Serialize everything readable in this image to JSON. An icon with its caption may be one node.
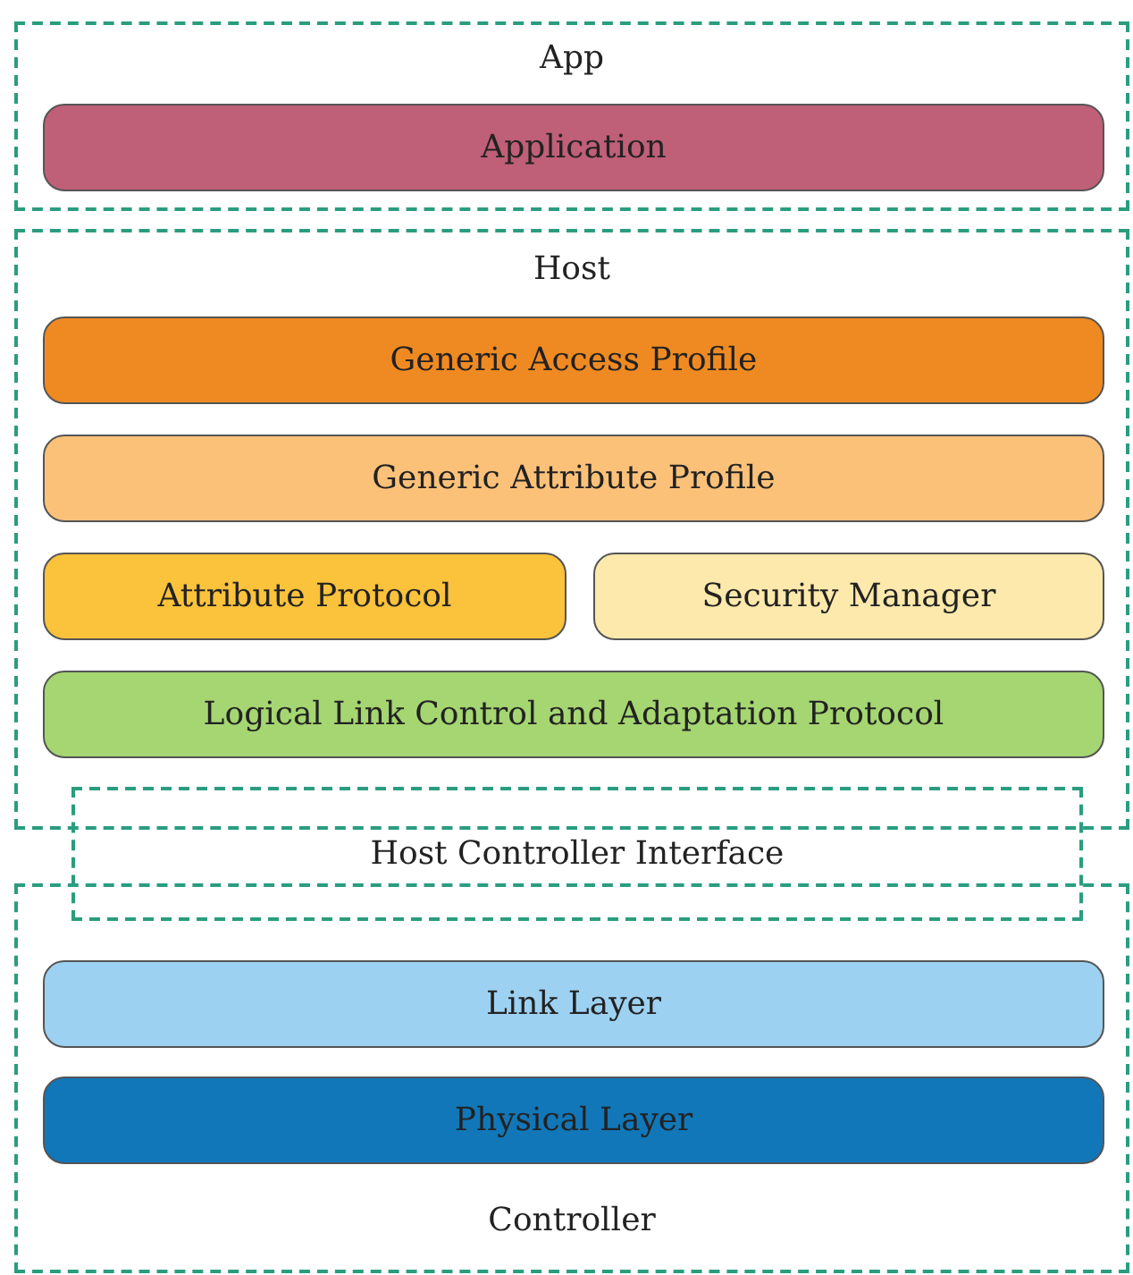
{
  "diagram": {
    "nodes": [
      {
        "text": [
          "App"
        ]
      },
      {
        "text": [
          "Application"
        ],
        "in": 0
      },
      {
        "text": [
          "Host"
        ]
      },
      {
        "text": [
          "Generic Access Profile"
        ],
        "in": 2
      },
      {
        "text": [
          "Generic Attribute Profile"
        ],
        "in": 2
      },
      {
        "text": [
          "Attribute Protocol"
        ],
        "in": 2
      },
      {
        "text": [
          "Security Manager"
        ],
        "in": 2
      },
      {
        "text": [
          "Logical Link Control and Adaptation Protocol"
        ],
        "in": 2
      },
      {
        "text": [
          "Host Controller Interface"
        ]
      },
      {
        "text": [
          "Controller"
        ]
      },
      {
        "text": [
          "Link Layer"
        ],
        "in": 9
      },
      {
        "text": [
          "Physical Layer"
        ],
        "in": 9
      }
    ],
    "edges": []
  }
}
